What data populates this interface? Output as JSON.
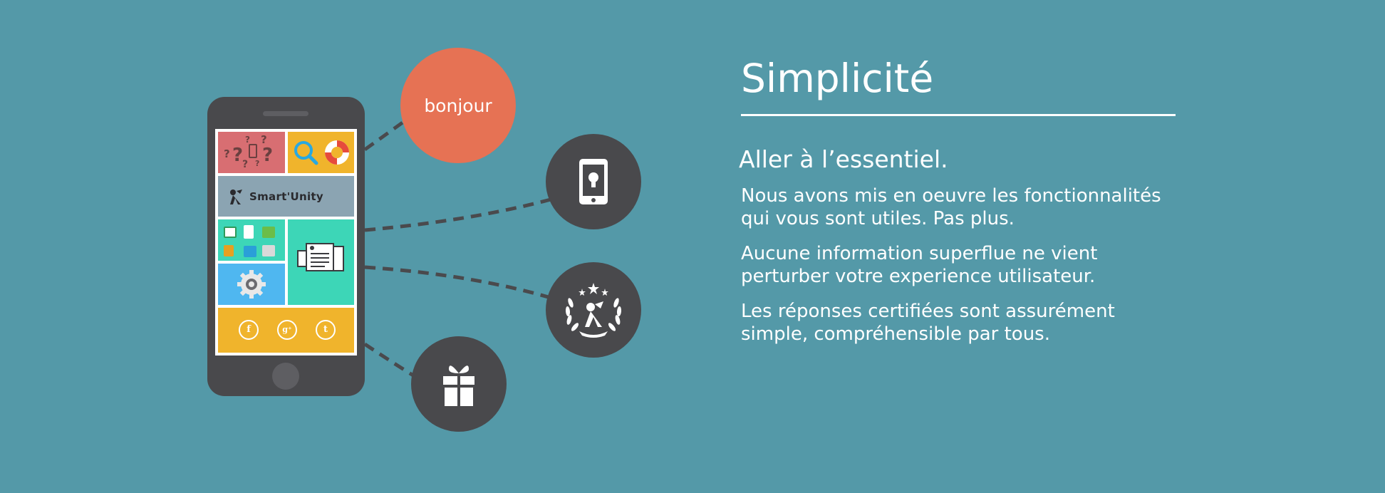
{
  "bubble": {
    "label": "bonjour"
  },
  "brand": {
    "name": "Smart'Unity"
  },
  "content": {
    "title": "Simplicité",
    "subtitle": "Aller à l’essentiel.",
    "paragraphs": [
      {
        "line1": "Nous avons mis en oeuvre les fonctionnalités",
        "line2": "qui vous sont utiles. Pas plus."
      },
      {
        "line1": "Aucune information superflue ne vient",
        "line2": "perturber votre experience utilisateur."
      },
      {
        "line1": "Les réponses certifiées sont assurément",
        "line2": "simple, compréhensible par tous."
      }
    ]
  },
  "icons": {
    "phone_idea": "smartphone-lightbulb-icon",
    "award": "laurel-award-icon",
    "gift": "gift-icon",
    "social": [
      "facebook-icon",
      "google-plus-icon",
      "twitter-icon"
    ]
  },
  "social_glyphs": {
    "facebook": "f",
    "google": "g⁺",
    "twitter": "t"
  },
  "colors": {
    "background": "#5499a8",
    "accent": "#e67254",
    "dark": "#49494c",
    "tile_red": "#d86e72",
    "tile_yellow": "#f0b42c",
    "tile_teal": "#3dd6b7",
    "tile_blue": "#4fb7f0",
    "tile_grey": "#8ba4b2"
  }
}
